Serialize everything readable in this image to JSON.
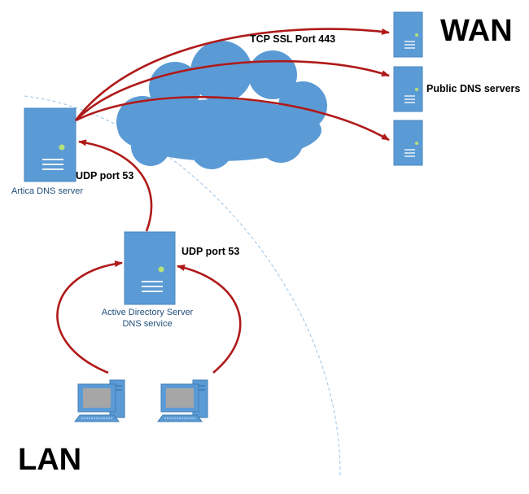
{
  "zones": {
    "wan": "WAN",
    "lan": "LAN"
  },
  "labels": {
    "tcp_ssl": "TCP SSL Port 443",
    "public_dns": "Public DNS servers",
    "udp_artica": "UDP port 53",
    "udp_ad": "UDP port 53",
    "artica_server": "Artica DNS server",
    "ad_server_line1": "Active Directory Server",
    "ad_server_line2": "DNS service"
  },
  "colors": {
    "arrow": "#b01a1a",
    "server": "#5b9bd5",
    "cloud": "#5b9bd5",
    "boundary": "#9dc3e6",
    "led": "#b7e07a"
  },
  "icons": {
    "server": "server-icon",
    "cloud": "cloud-icon",
    "workstation": "workstation-icon"
  }
}
